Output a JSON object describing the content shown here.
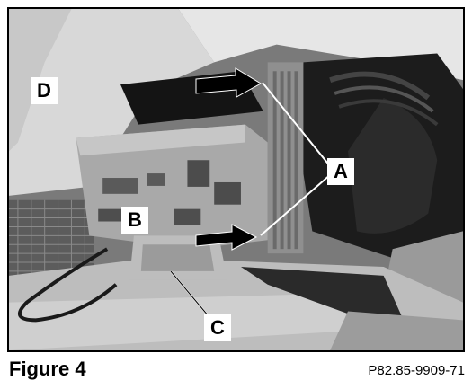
{
  "figure": {
    "caption": "Figure 4",
    "reference": "P82.85-9909-71"
  },
  "callouts": {
    "a": "A",
    "b": "B",
    "c": "C",
    "d": "D"
  },
  "colors": {
    "background": "#ffffff",
    "border": "#000000",
    "arrow": "#000000"
  }
}
